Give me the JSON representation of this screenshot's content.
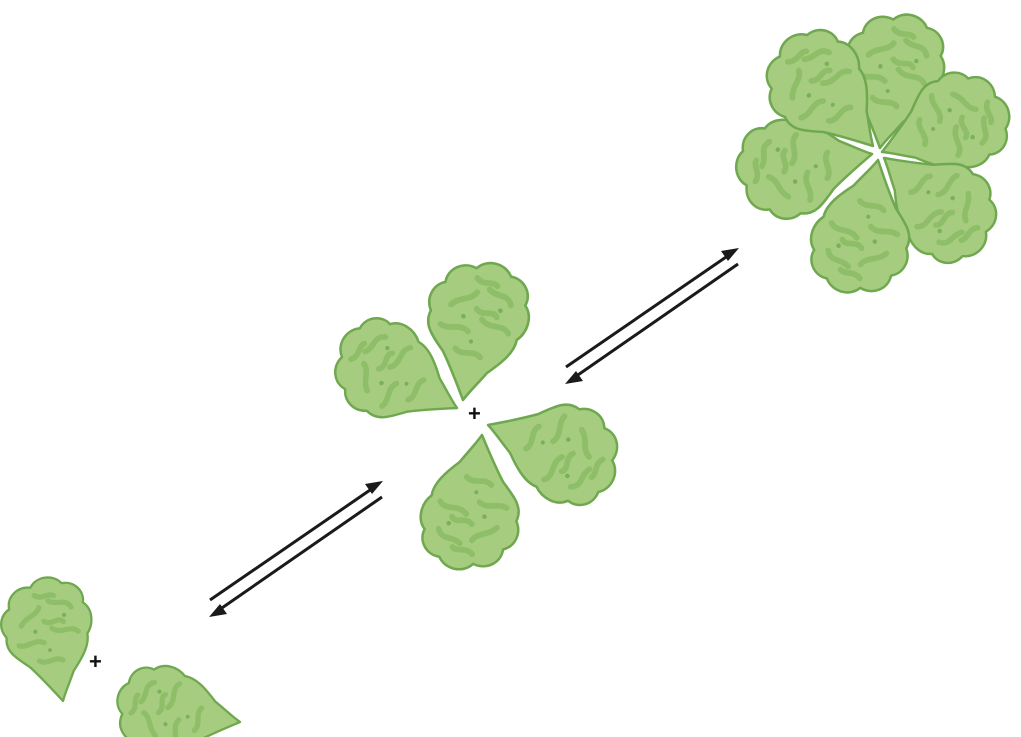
{
  "diagram": {
    "type": "oligomerization-equilibrium",
    "stages": [
      {
        "name": "dimer",
        "subunits": 2,
        "operator": "+"
      },
      {
        "name": "tetramer",
        "subunits": 4,
        "operator": "+"
      },
      {
        "name": "hexamer",
        "subunits": 6
      }
    ],
    "equilibria": 2
  },
  "colors": {
    "subunit_fill": "#a6cd7f",
    "subunit_stroke": "#6fa84f",
    "subunit_texture": "#8dbc67",
    "arrows": "#1a1a1a",
    "plus": "#111111"
  },
  "icons": {
    "subunit": "protein-subunit-teardrop",
    "equilibrium": "reversible-reaction-arrows"
  }
}
